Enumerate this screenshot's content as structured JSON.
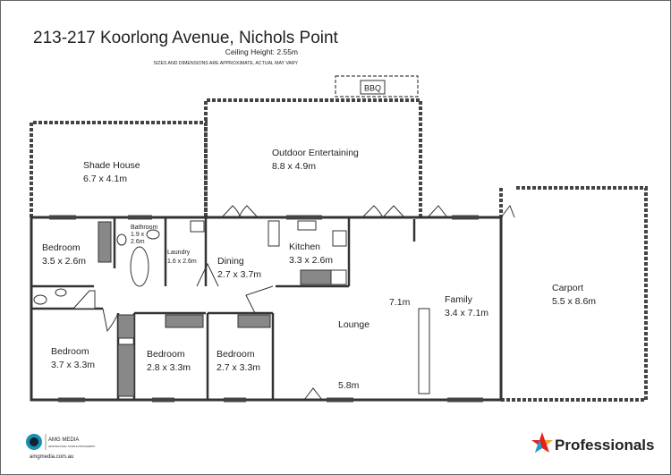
{
  "header": {
    "title": "213-217 Koorlong Avenue, Nichols Point",
    "ceiling": "Ceiling Height: 2.55m",
    "disclaimer": "SIZES AND DIMENSIONS ARE APPROXIMATE, ACTUAL MAY VARY"
  },
  "rooms": {
    "bbq": "BBQ",
    "shade_house": {
      "name": "Shade House",
      "size": "6.7 x 4.1m"
    },
    "outdoor": {
      "name": "Outdoor Entertaining",
      "size": "8.8 x 4.9m"
    },
    "carport": {
      "name": "Carport",
      "size": "5.5 x 8.6m"
    },
    "bedroom1": {
      "name": "Bedroom",
      "size": "3.5 x 2.6m"
    },
    "bathroom": {
      "name": "Bathroom",
      "size1": "1.9 x",
      "size2": "2.6m"
    },
    "laundry": {
      "name": "Laundry",
      "size": "1.6 x 2.6m"
    },
    "dining": {
      "name": "Dining",
      "size": "2.7 x 3.7m"
    },
    "kitchen": {
      "name": "Kitchen",
      "size": "3.3 x 2.6m"
    },
    "family": {
      "name": "Family",
      "size": "3.4 x 7.1m"
    },
    "lounge": {
      "name": "Lounge",
      "dim_h": "7.1m",
      "dim_w": "5.8m"
    },
    "bedroom2": {
      "name": "Bedroom",
      "size": "3.7 x 3.3m"
    },
    "bedroom3": {
      "name": "Bedroom",
      "size": "2.8 x 3.3m"
    },
    "bedroom4": {
      "name": "Bedroom",
      "size": "2.7 x 3.3m"
    }
  },
  "footer": {
    "amg_name": "AMG MEDIA",
    "amg_tag": "ARCHITECTURAL TOURS & PHOTOGRAPHY",
    "amg_url": "amgmedia.com.au",
    "brand": "Professionals",
    "brand_colors": [
      "#e2231a",
      "#1e9fd8",
      "#f5a623"
    ]
  }
}
